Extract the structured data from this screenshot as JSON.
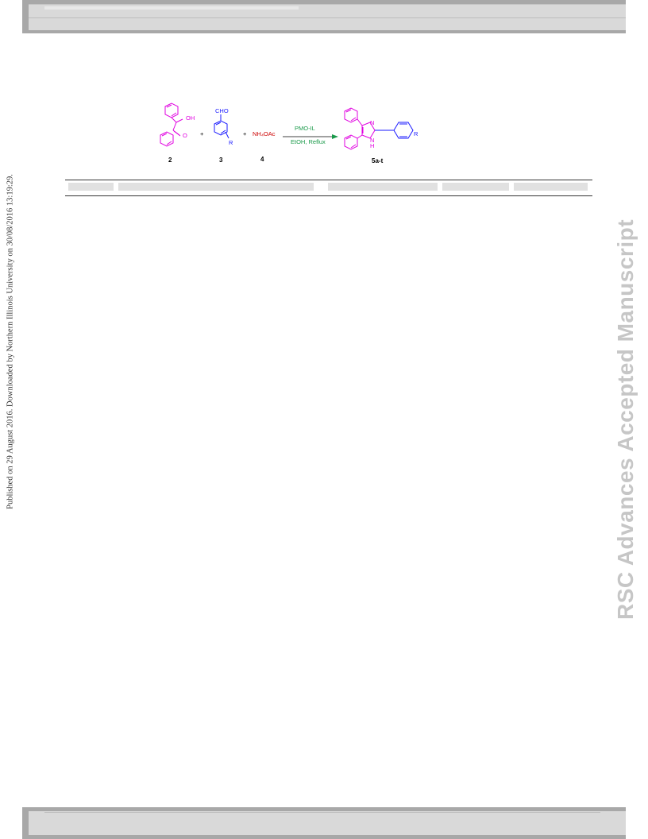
{
  "side_note": "Published on 29 August 2016. Downloaded by Northern Illinois University on 30/08/2016 13:19:29.",
  "watermark": "RSC Advances Accepted Manuscript",
  "scheme": {
    "benzoin": {
      "oh": "OH",
      "o": "O",
      "number": "2"
    },
    "aldehyde": {
      "cho": "CHO",
      "r": "R",
      "number": "3"
    },
    "plus1": "+",
    "plus2": "+",
    "ammonium": {
      "formula": "NH₄OAc",
      "number": "4"
    },
    "conditions": {
      "catalyst": "PMO-IL",
      "solvent": "EtOH, Reflux"
    },
    "product": {
      "n": "N",
      "nh": "N",
      "h": "H",
      "r": "R",
      "number": "5a-t"
    }
  },
  "colors": {
    "magenta": "#e000e0",
    "blue": "#1a1aff",
    "red": "#cc0000",
    "green": "#1a9a4a"
  }
}
